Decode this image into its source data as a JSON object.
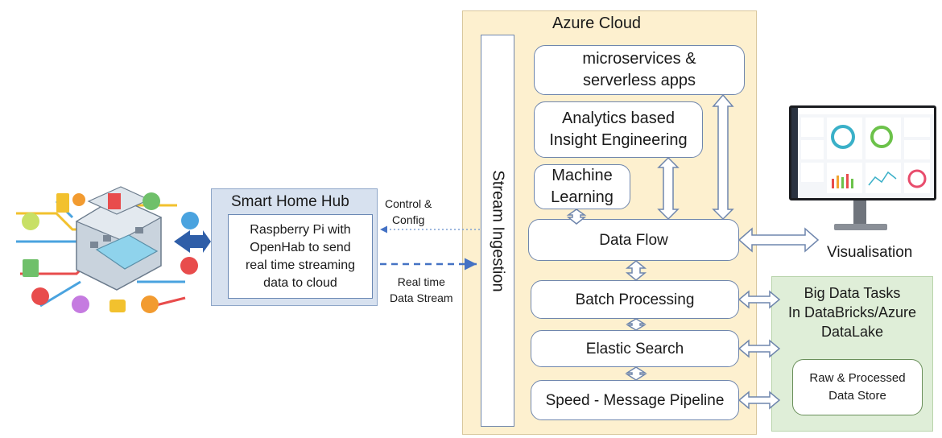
{
  "azure": {
    "title": "Azure Cloud"
  },
  "stream_ingestion": "Stream Ingestion",
  "boxes": {
    "microservices": "microservices &\nserverless apps",
    "analytics": "Analytics based\nInsight Engineering",
    "ml": "Machine\nLearning",
    "dataflow": "Data Flow",
    "batch": "Batch Processing",
    "elastic": "Elastic Search",
    "speed": "Speed - Message Pipeline"
  },
  "hub": {
    "title": "Smart Home Hub",
    "body": "Raspberry Pi with\nOpenHab to send\nreal time streaming\ndata to cloud"
  },
  "labels": {
    "control": "Control &\nConfig",
    "realtime": "Real time\nData Stream",
    "visualisation": "Visualisation"
  },
  "bigdata": {
    "title": "Big Data Tasks\nIn DataBricks/Azure\nDataLake",
    "store": "Raw & Processed\nData Store"
  },
  "colors": {
    "azure_bg": "#fdf0cf",
    "bigdata_bg": "#dfeed8",
    "hub_bg": "#d7e1ef",
    "box_border": "#6f86ad",
    "connector": "#4472c4"
  },
  "icons": [
    "smart-home-illustration-icon",
    "dashboard-monitor-icon"
  ]
}
